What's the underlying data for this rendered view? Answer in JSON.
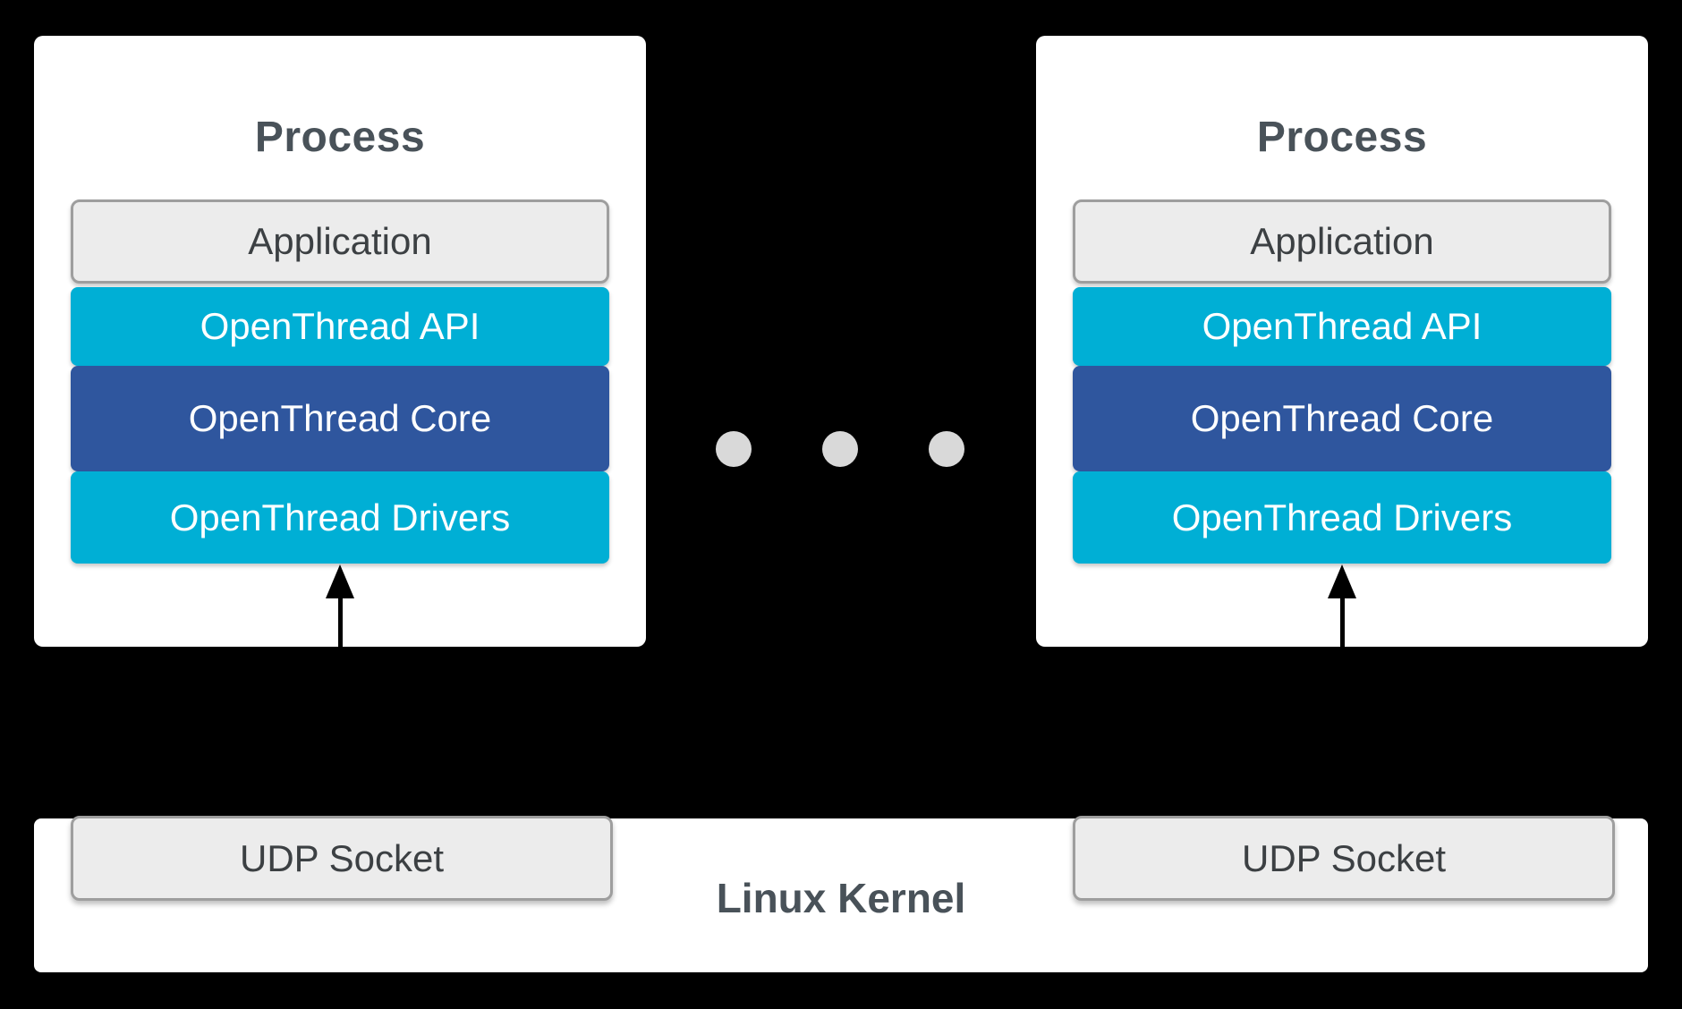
{
  "colors": {
    "background": "#000000",
    "box_bg": "#ffffff",
    "cyan": "#00afd5",
    "dark_blue": "#2f569e",
    "gray_fill": "#ececec",
    "gray_border": "#9e9e9e",
    "title_text": "#495259",
    "dark_text": "#3c4043",
    "white_text": "#ffffff",
    "dot": "#d9d9d9",
    "arrow": "#000000"
  },
  "processes": [
    {
      "title": "Process",
      "layers": [
        {
          "label": "Application"
        },
        {
          "label": "OpenThread API"
        },
        {
          "label": "OpenThread Core"
        },
        {
          "label": "OpenThread Drivers"
        }
      ]
    },
    {
      "title": "Process",
      "layers": [
        {
          "label": "Application"
        },
        {
          "label": "OpenThread API"
        },
        {
          "label": "OpenThread Core"
        },
        {
          "label": "OpenThread Drivers"
        }
      ]
    }
  ],
  "separator": {
    "dot_count": 3
  },
  "kernel": {
    "title": "Linux Kernel",
    "sockets": [
      {
        "label": "UDP Socket"
      },
      {
        "label": "UDP Socket"
      }
    ]
  }
}
